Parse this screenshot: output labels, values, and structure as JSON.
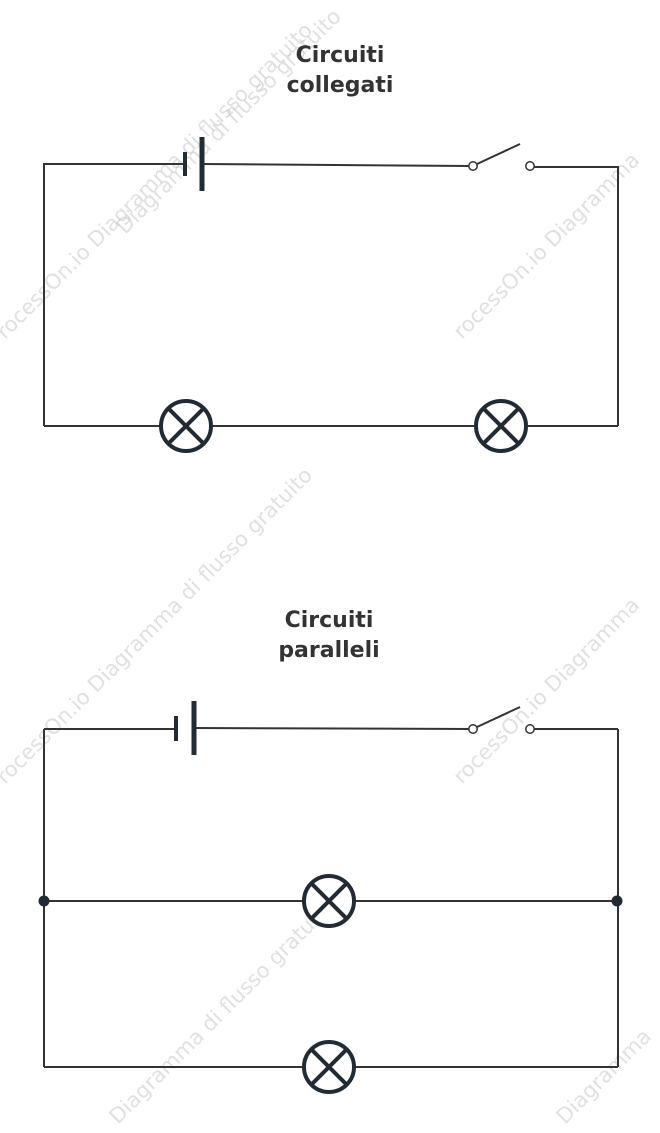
{
  "colors": {
    "wire": "#333333",
    "symbol": "#222a33",
    "title": "#333333",
    "watermark": "#c8c8c8",
    "background": "#ffffff"
  },
  "series_circuit": {
    "title_line1": "Circuiti",
    "title_line2": "collegati",
    "components": [
      "battery",
      "switch",
      "lamp",
      "lamp"
    ]
  },
  "parallel_circuit": {
    "title_line1": "Circuiti",
    "title_line2": "paralleli",
    "components": [
      "battery",
      "switch",
      "lamp",
      "lamp",
      "junction",
      "junction"
    ]
  },
  "watermarks": [
    "Diagramma di flusso gratuito",
    "rocessOn.io Diagramma di flusso gratuito",
    "rocessOn.io Diagramma",
    "rocessOn.io Diagramma di flusso gratuito",
    "rocessOn.io Diagramma",
    "Diagramma di flusso gratuito",
    "Diagramma"
  ]
}
